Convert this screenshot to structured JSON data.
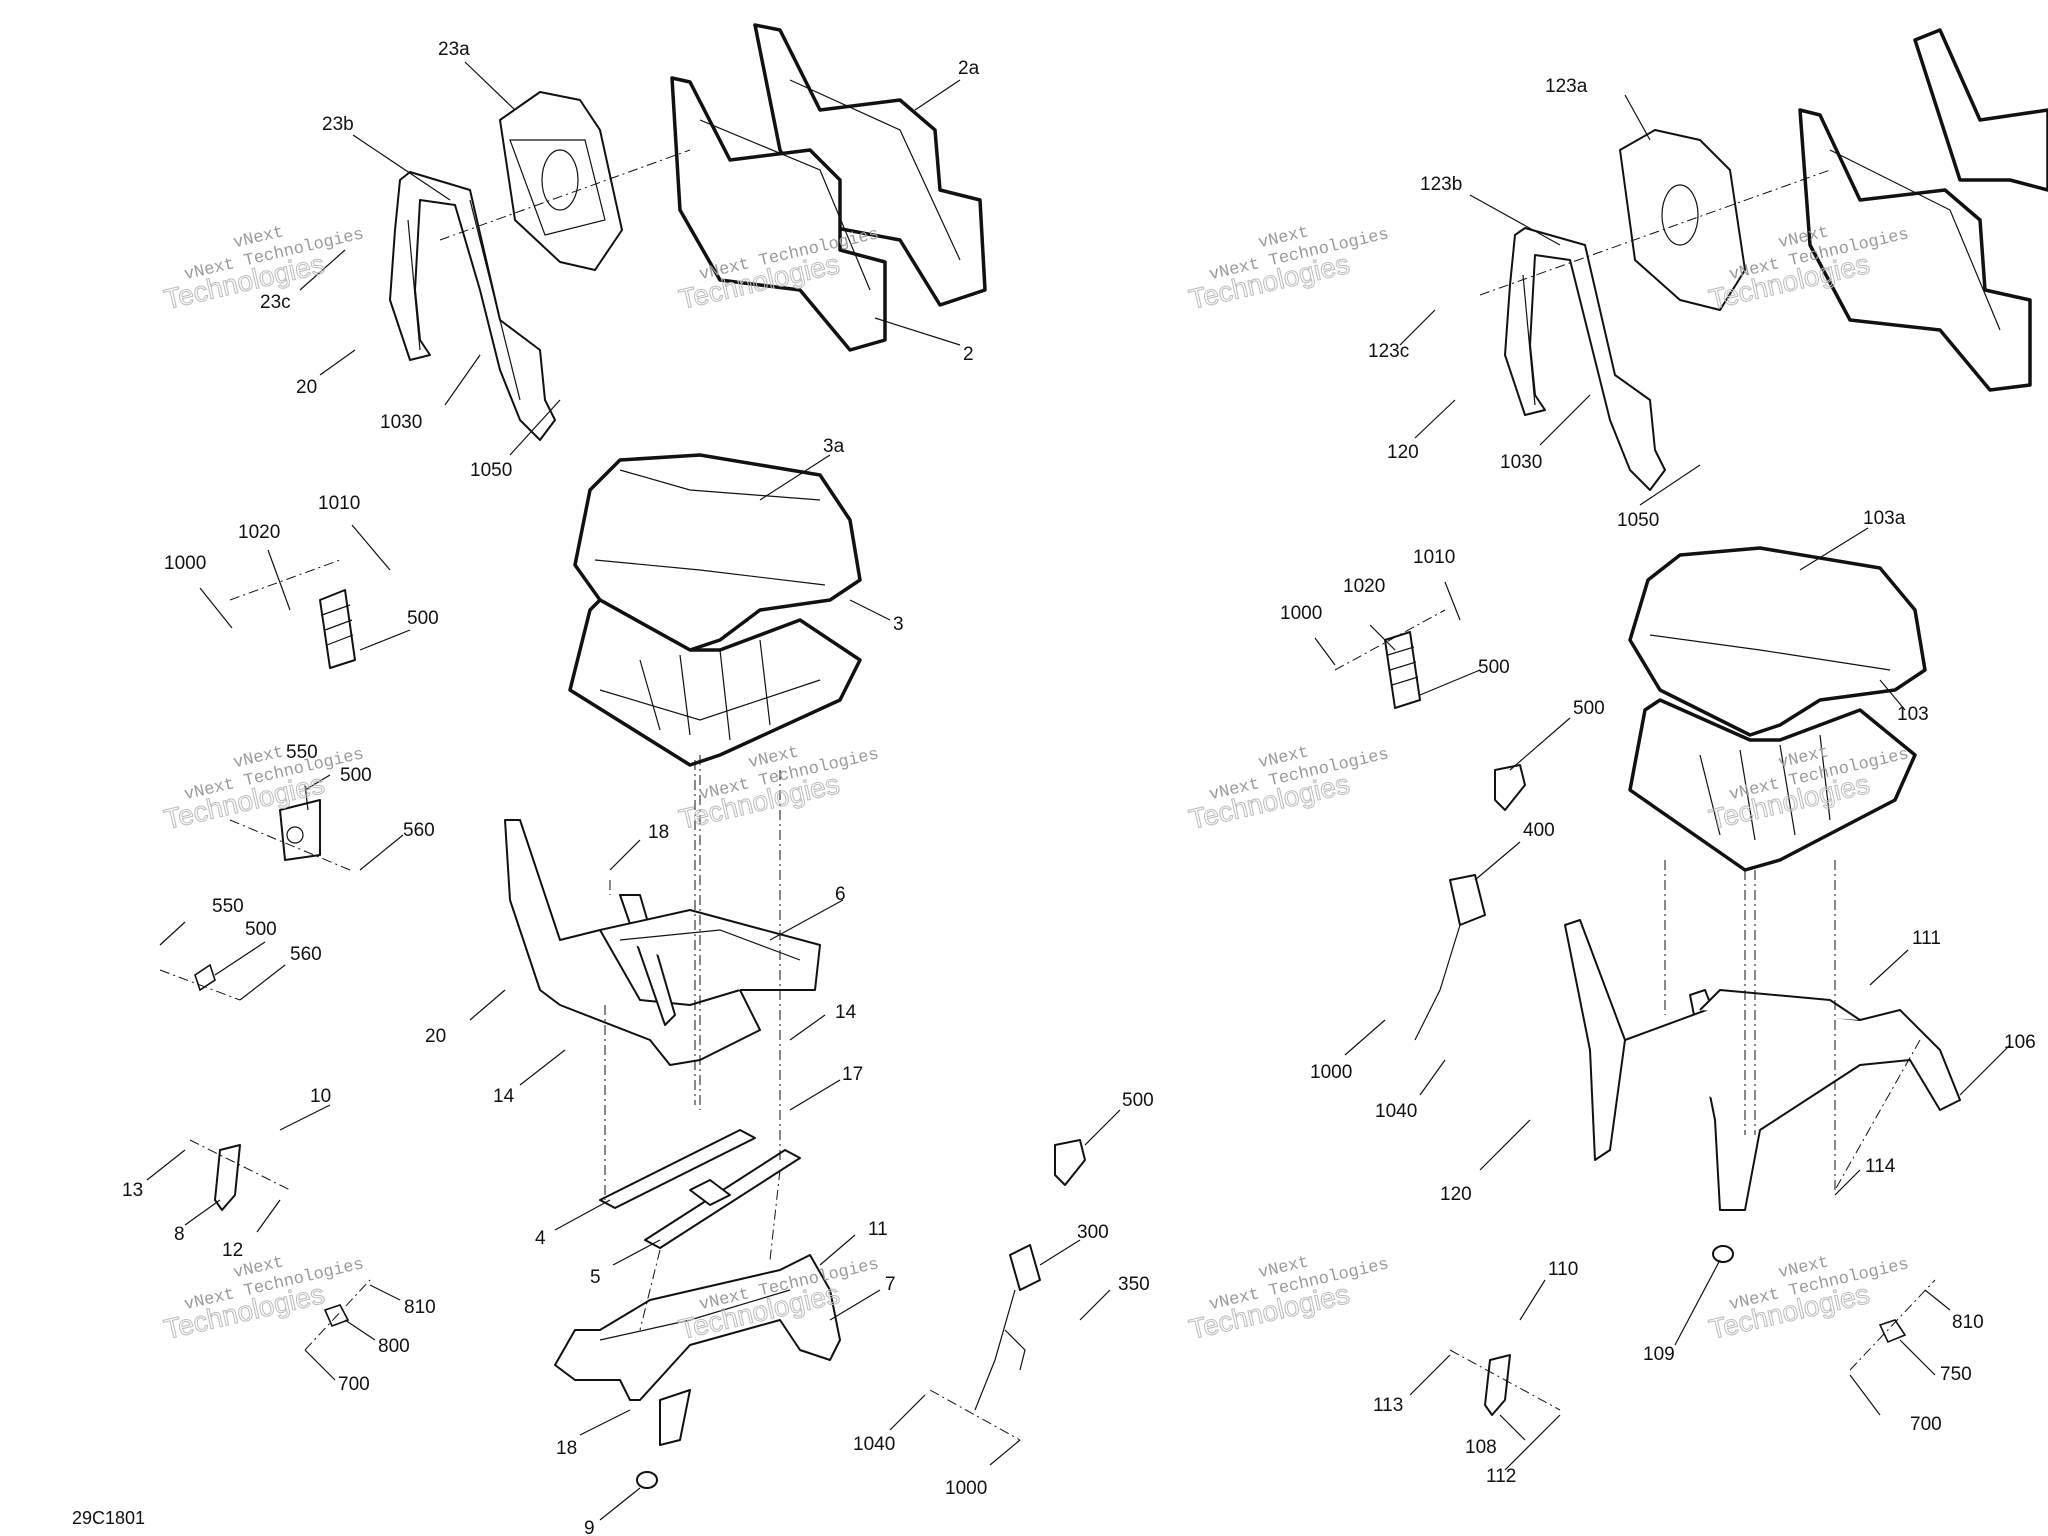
{
  "diagram": {
    "reference": "29C1801",
    "watermark": {
      "line1": "vNext Technologies",
      "line2": "Technologies",
      "line0": "vNext"
    },
    "left_callouts": [
      "23a",
      "23b",
      "2a",
      "23c",
      "20",
      "1030",
      "1050",
      "2",
      "3a",
      "3",
      "1010",
      "1020",
      "1000",
      "500",
      "550",
      "500",
      "560",
      "550",
      "500",
      "560",
      "18",
      "6",
      "20",
      "14",
      "14",
      "17",
      "10",
      "13",
      "8",
      "12",
      "4",
      "5",
      "11",
      "7",
      "810",
      "800",
      "700",
      "18",
      "9",
      "500",
      "300",
      "350",
      "1040",
      "1000"
    ],
    "right_callouts": [
      "123a",
      "123b",
      "123c",
      "120",
      "1030",
      "1050",
      "103a",
      "1010",
      "1020",
      "1000",
      "500",
      "500",
      "103",
      "400",
      "111",
      "106",
      "1000",
      "1040",
      "120",
      "114",
      "110",
      "109",
      "810",
      "750",
      "113",
      "108",
      "112",
      "700"
    ]
  }
}
